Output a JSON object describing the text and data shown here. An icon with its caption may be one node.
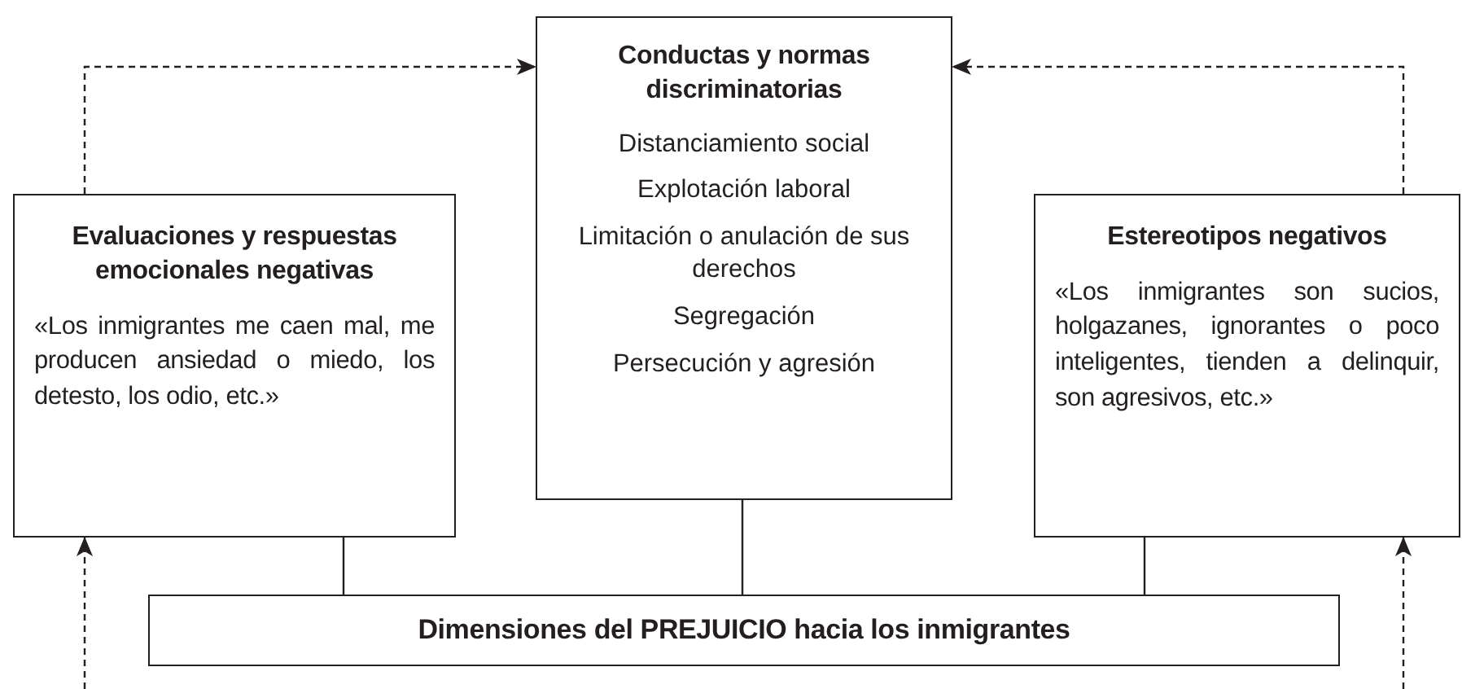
{
  "diagram": {
    "nodes": [
      {
        "text": [
          "Conductas y normas discriminatorias",
          "Distanciamiento social",
          "Explotación laboral",
          "Limitación o anulación de sus derechos",
          "Segregación",
          "Persecución y agresión"
        ]
      },
      {
        "text": [
          "Evaluaciones y respuestas emocionales negativas",
          "«Los inmigrantes me caen mal, me producen ansiedad o miedo, los detesto, los odio, etc.»"
        ]
      },
      {
        "text": [
          "Estereotipos negativos",
          "«Los inmigrantes son sucios, holgazanes, ignorantes o poco inteligentes, tienden a delinquir, son agresivos, etc.»"
        ]
      },
      {
        "text": [
          "Dimensiones del PREJUICIO hacia los inmigrantes"
        ]
      }
    ],
    "edges": [
      {
        "from": 1,
        "to": 0,
        "arrow": "to",
        "style": "dashed"
      },
      {
        "from": 2,
        "to": 0,
        "arrow": "to",
        "style": "dashed"
      },
      {
        "from": 3,
        "to": 1,
        "arrow": "none"
      },
      {
        "from": 3,
        "to": 0,
        "arrow": "none"
      },
      {
        "from": 3,
        "to": 2,
        "arrow": "none"
      },
      {
        "from": null,
        "to": 1,
        "arrow": "to",
        "style": "dashed"
      },
      {
        "from": null,
        "to": 2,
        "arrow": "to",
        "style": "dashed"
      }
    ]
  }
}
